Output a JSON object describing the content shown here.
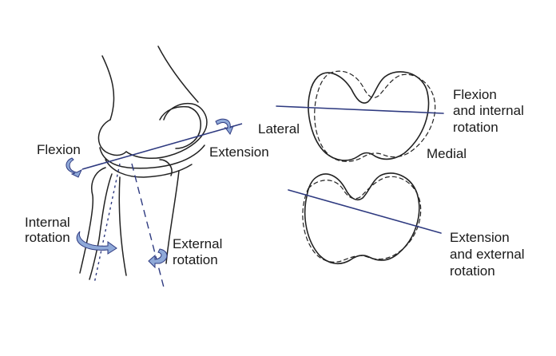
{
  "labels": {
    "flexion": "Flexion",
    "extension": "Extension",
    "internal_rotation": [
      "Internal",
      "rotation"
    ],
    "external_rotation": [
      "External",
      "rotation"
    ],
    "lateral": "Lateral",
    "medial": "Medial",
    "flexion_internal": [
      "Flexion",
      "and internal",
      "rotation"
    ],
    "extension_external": [
      "Extension",
      "and external",
      "rotation"
    ]
  },
  "colors": {
    "axis_line": "#2e3a80",
    "arrow_fill": "#8fa9d8",
    "outline": "#222222"
  }
}
